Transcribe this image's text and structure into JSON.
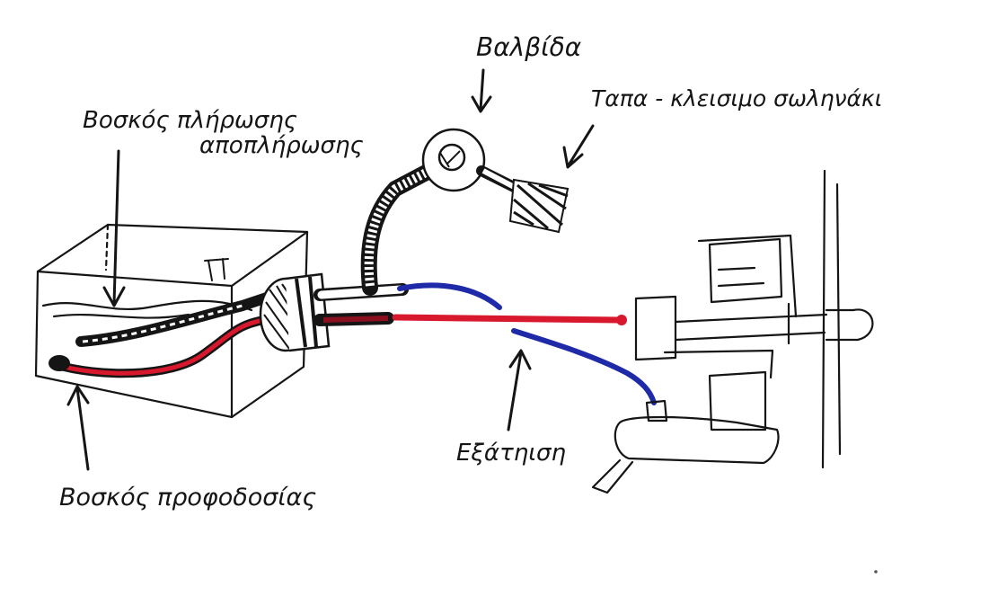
{
  "labels": {
    "valve": "Βαλβίδα",
    "plug": "Ταπα - κλεισιμο σωληνάκι",
    "fill_drain_tube": "Βοσκός πλήρωσης αποπλήρωσης",
    "supply_tube": "Βοσκός προφοδοσίας",
    "component": "Εξάτηιση"
  },
  "colors": {
    "ink": "#151515",
    "red_line": "#d8182c",
    "blue_line": "#1e2aa8"
  }
}
